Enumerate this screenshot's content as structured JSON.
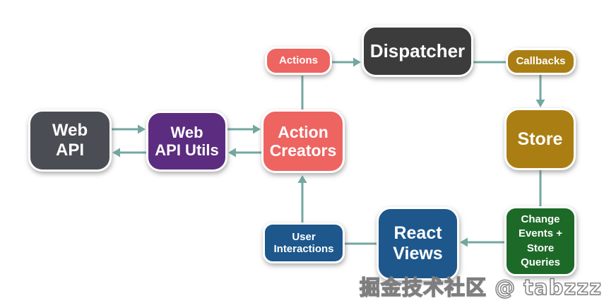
{
  "diagram": {
    "type": "flux-architecture-flowchart",
    "arrow_color": "#74a7a2",
    "background_color": "#ffffff",
    "nodes": {
      "web_api": {
        "label": "Web\nAPI",
        "color": "#4a4e54"
      },
      "web_api_utils": {
        "label": "Web\nAPI Utils",
        "color": "#5c2c80"
      },
      "action_creators": {
        "label": "Action\nCreators",
        "color": "#ee6461"
      },
      "actions": {
        "label": "Actions",
        "color": "#ee6461"
      },
      "dispatcher": {
        "label": "Dispatcher",
        "color": "#3c3c3c"
      },
      "callbacks": {
        "label": "Callbacks",
        "color": "#aa7e12"
      },
      "store": {
        "label": "Store",
        "color": "#aa7e12"
      },
      "change_events": {
        "label": "Change\nEvents +\nStore\nQueries",
        "color": "#1d6a28"
      },
      "react_views": {
        "label": "React\nViews",
        "color": "#1d578c"
      },
      "user_interactions": {
        "label": "User\nInteractions",
        "color": "#1d578c"
      }
    },
    "edges": [
      {
        "from": "Web API",
        "to": "Web API Utils",
        "arrowhead": true
      },
      {
        "from": "Web API Utils",
        "to": "Web API",
        "arrowhead": true
      },
      {
        "from": "Web API Utils",
        "to": "Action Creators",
        "arrowhead": true
      },
      {
        "from": "Action Creators",
        "to": "Web API Utils",
        "arrowhead": true
      },
      {
        "from": "Action Creators",
        "to": "Actions",
        "arrowhead": false
      },
      {
        "from": "Actions",
        "to": "Dispatcher",
        "arrowhead": true
      },
      {
        "from": "Dispatcher",
        "to": "Callbacks",
        "arrowhead": false
      },
      {
        "from": "Callbacks",
        "to": "Store",
        "arrowhead": true
      },
      {
        "from": "Store",
        "to": "Change Events + Store Queries",
        "arrowhead": false
      },
      {
        "from": "Change Events + Store Queries",
        "to": "React Views",
        "arrowhead": true
      },
      {
        "from": "React Views",
        "to": "User Interactions",
        "arrowhead": false
      },
      {
        "from": "User Interactions",
        "to": "Action Creators",
        "arrowhead": true
      }
    ]
  },
  "watermark": {
    "text": "掘金技术社区 @ tabzzz"
  }
}
